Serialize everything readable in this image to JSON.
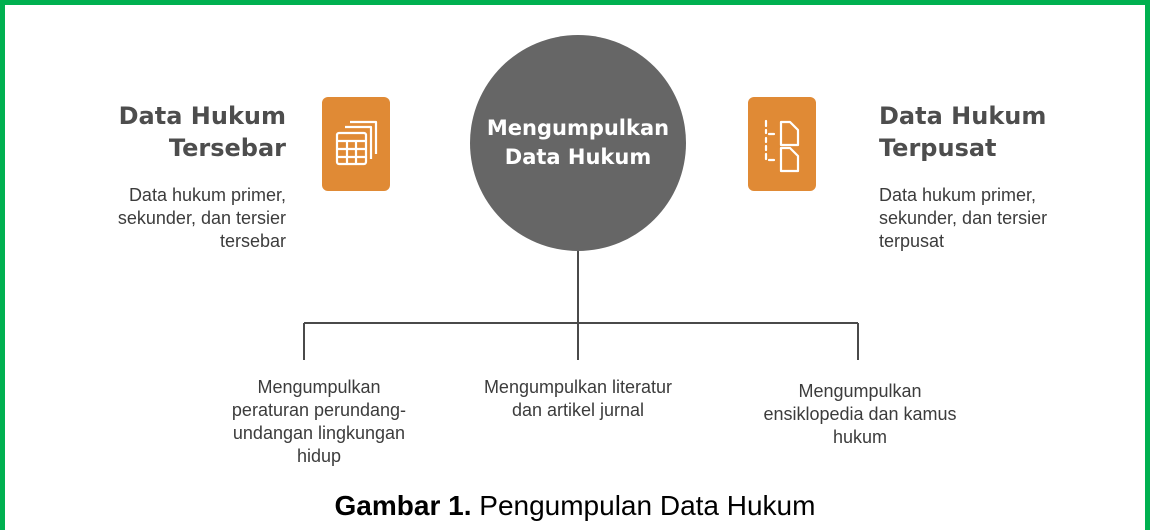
{
  "colors": {
    "frame": "#00b050",
    "icon_box": "#e08a35",
    "circle": "#666666",
    "line": "#4a4a4a"
  },
  "center": {
    "label": "Mengumpulkan\nData Hukum"
  },
  "left": {
    "heading": "Data Hukum\nTersebar",
    "description": "Data hukum primer,\nsekunder, dan tersier\ntersebar",
    "icon": "table-stack-icon"
  },
  "right": {
    "heading": "Data Hukum\nTerpusat",
    "description": "Data hukum primer,\nsekunder, dan tersier\nterpusat",
    "icon": "file-tree-icon"
  },
  "branches": [
    {
      "label": "Mengumpulkan\nperaturan perundang-\nundangan lingkungan\nhidup"
    },
    {
      "label": "Mengumpulkan literatur\ndan artikel jurnal"
    },
    {
      "label": "Mengumpulkan\nensiklopedia dan kamus\nhukum"
    }
  ],
  "caption": {
    "bold": "Gambar 1.",
    "text": "Pengumpulan Data Hukum"
  }
}
